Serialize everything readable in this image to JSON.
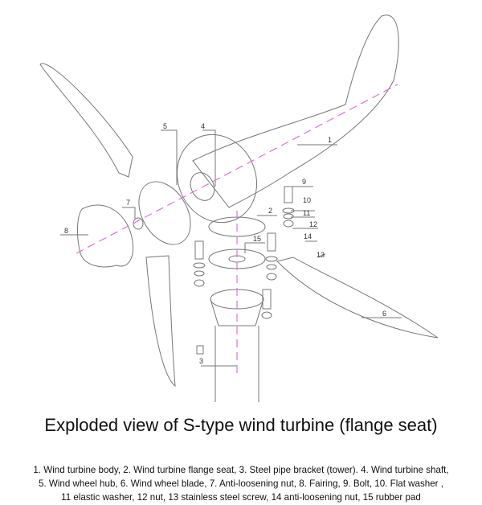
{
  "diagram": {
    "labels": [
      "1",
      "2",
      "3",
      "4",
      "5",
      "6",
      "7",
      "8",
      "9",
      "10",
      "11",
      "12",
      "13",
      "14",
      "15"
    ],
    "axis_color": "#e070e0",
    "line_color": "#777777"
  },
  "title": "Exploded view of S-type wind turbine (flange seat)",
  "caption": [
    "1. Wind turbine body, 2. Wind turbine flange seat, 3. Steel pipe bracket (tower). 4. Wind turbine shaft,",
    "5. Wind wheel hub, 6. Wind wheel blade, 7. Anti-loosening nut, 8. Fairing, 9. Bolt, 10. Flat washer ,",
    "11 elastic washer, 12 nut, 13 stainless steel screw, 14 anti-loosening nut, 15 rubber pad"
  ]
}
